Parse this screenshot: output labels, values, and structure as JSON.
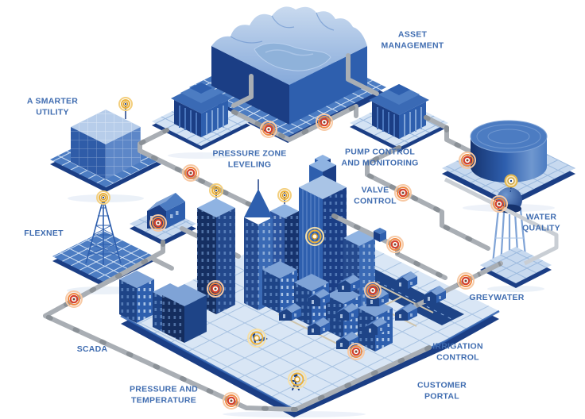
{
  "diagram": {
    "title": "Smart water utility network (isometric infographic)",
    "type": "isometric-infographic"
  },
  "labels": [
    {
      "id": "a-smarter-utility",
      "text": "A SMARTER\nUTILITY"
    },
    {
      "id": "asset-management",
      "text": "ASSET\nMANAGEMENT"
    },
    {
      "id": "pressure-zone-leveling",
      "text": "PRESSURE ZONE\nLEVELING"
    },
    {
      "id": "pump-control-and-monitoring",
      "text": "PUMP CONTROL\nAND MONITORING"
    },
    {
      "id": "valve-control",
      "text": "VALVE\nCONTROL"
    },
    {
      "id": "water-quality",
      "text": "WATER\nQUALITY"
    },
    {
      "id": "flexnet",
      "text": "FLEXNET"
    },
    {
      "id": "greywater",
      "text": "GREYWATER"
    },
    {
      "id": "scada",
      "text": "SCADA"
    },
    {
      "id": "irrigation-control",
      "text": "IRRIGATION\nCONTROL"
    },
    {
      "id": "pressure-and-temperature",
      "text": "PRESSURE AND\nTEMPERATURE"
    },
    {
      "id": "customer-portal",
      "text": "CUSTOMER\nPORTAL"
    }
  ],
  "nodes": [
    "mountain-reservoir",
    "treatment-plant-building",
    "pump-station-building",
    "utility-hq-cube-building",
    "storage-tank",
    "water-tower",
    "radio-tower",
    "district-station-house",
    "city-block",
    "residential-houses",
    "pipe-network"
  ],
  "icons": {
    "pipe_sensor_ring": "concentric red/orange target on pipe",
    "antenna_halo": "yellow glow dot on antenna tip",
    "meter_gauge": "yellow/white gauge on tank platform",
    "person": "customer figure",
    "person_mowing": "resident with mower"
  },
  "colors": {
    "label_text": "#3F6CB0",
    "navy": "#17356C",
    "dark_blue": "#1B3E85",
    "mid_blue": "#2E5FAE",
    "light_blue": "#7FA3D6",
    "pale_platform": "#D4E3F4",
    "pipe_grey": "#A9AEB4",
    "sensor_red": "#D6402A",
    "sensor_orange": "#EF8A45",
    "sensor_yellow": "#EDB23A"
  }
}
